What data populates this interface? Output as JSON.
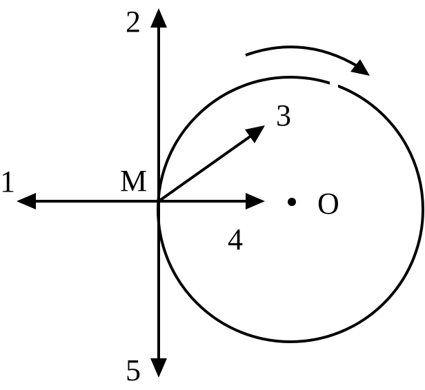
{
  "diagram": {
    "labels": {
      "dir_1": "1",
      "dir_2": "2",
      "dir_3": "3",
      "dir_4": "4",
      "dir_5": "5",
      "point_m": "M",
      "center_o": "O"
    },
    "rotation": "clockwise",
    "colors": {
      "stroke": "#000000",
      "background": "#ffffff"
    }
  }
}
